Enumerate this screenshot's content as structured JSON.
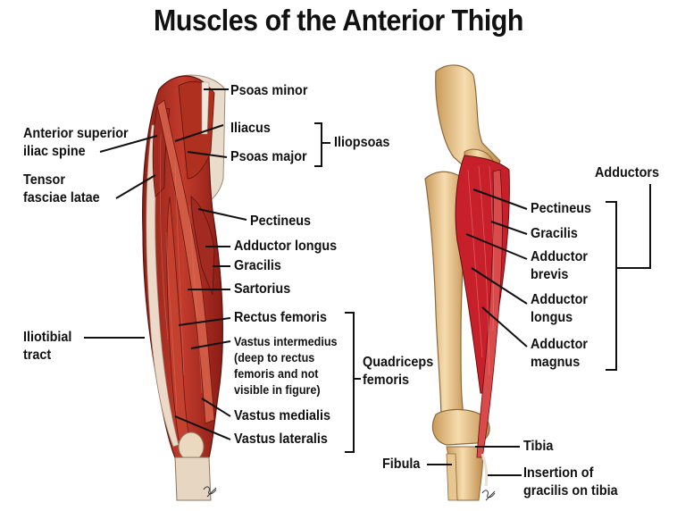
{
  "title": "Muscles of the Anterior Thigh",
  "left_labels": {
    "psoas_minor": "Psoas minor",
    "asis_line1": "Anterior superior",
    "asis_line2": "iliac spine",
    "iliacus": "Iliacus",
    "psoas_major": "Psoas major",
    "iliopsoas": "Iliopsoas",
    "tfl_line1": "Tensor",
    "tfl_line2": "fasciae latae",
    "pectineus": "Pectineus",
    "adductor_longus": "Adductor longus",
    "gracilis": "Gracilis",
    "sartorius": "Sartorius",
    "it_line1": "Iliotibial",
    "it_line2": "tract",
    "rectus_femoris": "Rectus femoris",
    "vi_line1": "Vastus intermedius",
    "vi_line2": "(deep to rectus",
    "vi_line3": "femoris and not",
    "vi_line4": "visible in figure)",
    "vastus_medialis": "Vastus medialis",
    "vastus_lateralis": "Vastus lateralis",
    "quad_line1": "Quadriceps",
    "quad_line2": "femoris"
  },
  "right_labels": {
    "adductors": "Adductors",
    "pectineus": "Pectineus",
    "gracilis": "Gracilis",
    "ab_line1": "Adductor",
    "ab_line2": "brevis",
    "al_line1": "Adductor",
    "al_line2": "longus",
    "am_line1": "Adductor",
    "am_line2": "magnus",
    "tibia": "Tibia",
    "fibula": "Fibula",
    "ins_line1": "Insertion of",
    "ins_line2": "gracilis on tibia"
  },
  "colors": {
    "muscle": "#b8322a",
    "muscle_dark": "#7a1712",
    "muscle_light": "#d9684f",
    "tendon": "#efe6dc",
    "bone": "#f0d3a2",
    "bone_shade": "#c99a5a",
    "adductor_red": "#c8202a"
  }
}
